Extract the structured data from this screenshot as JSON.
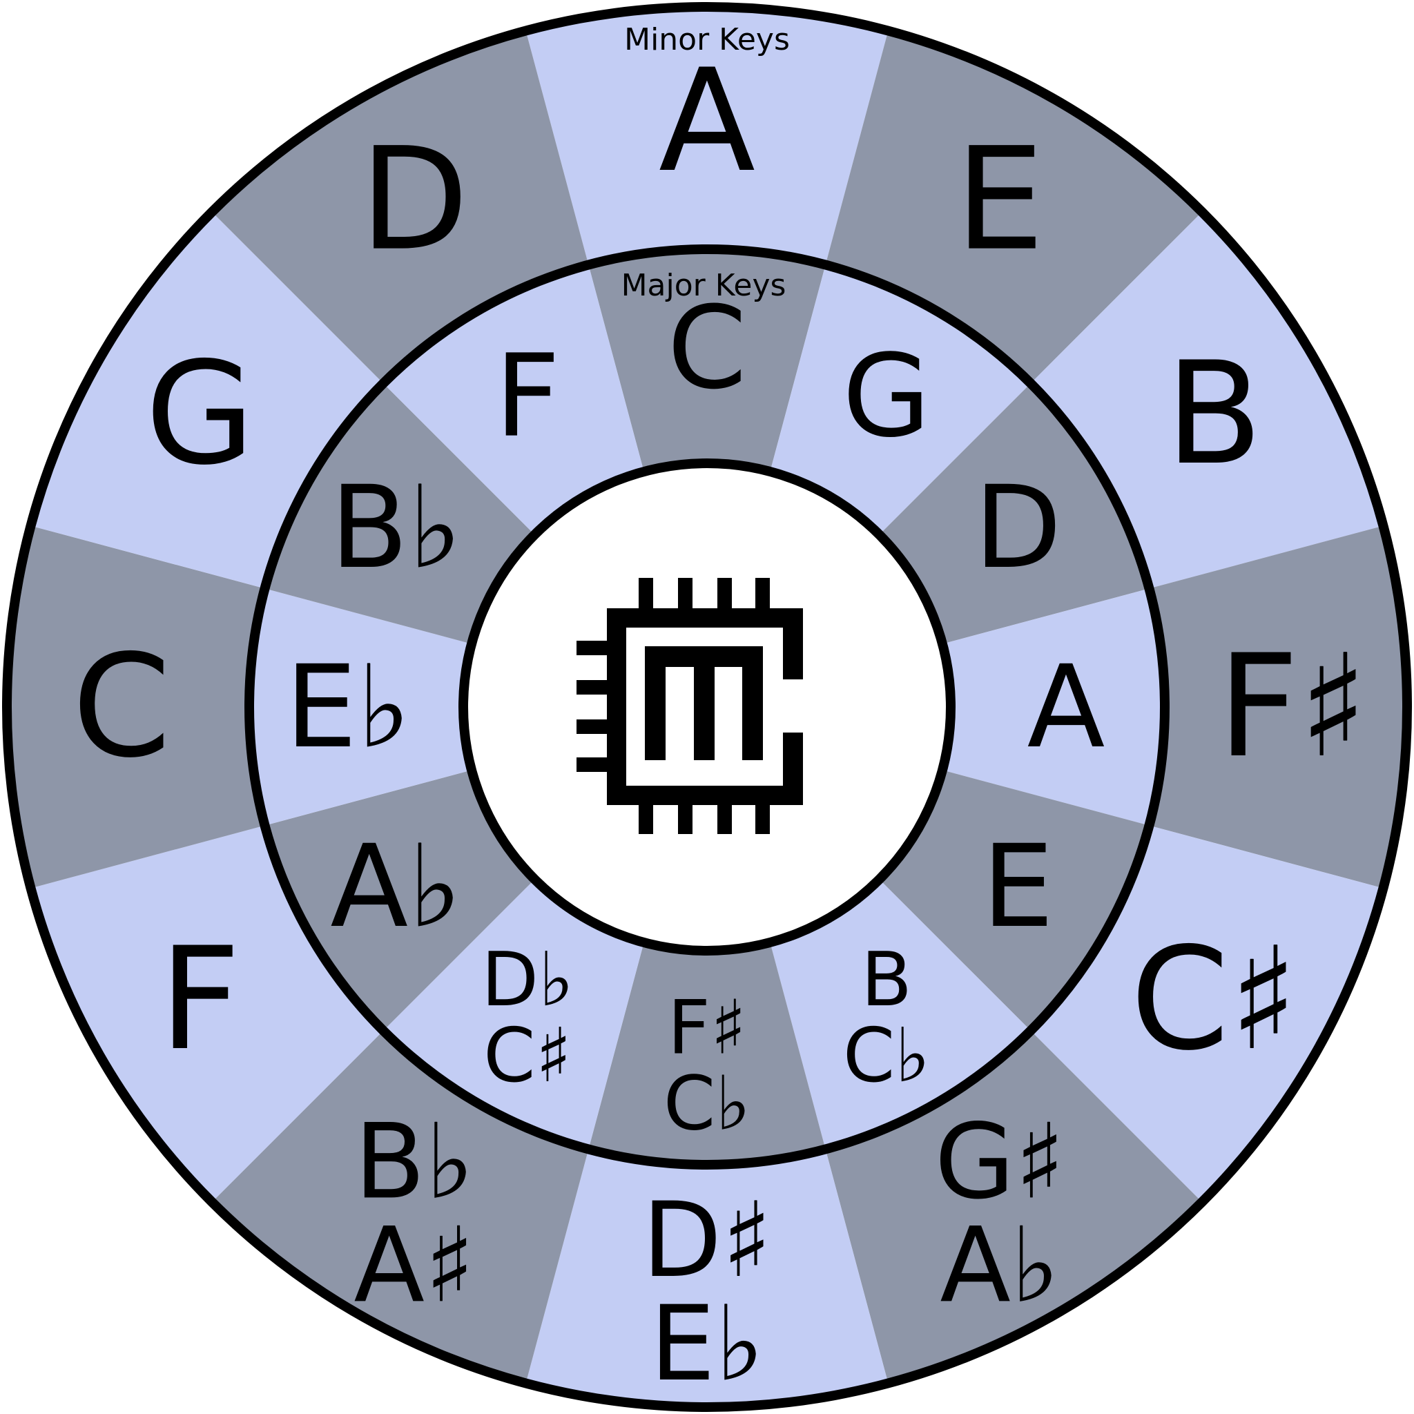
{
  "titles": {
    "outer": "Minor Keys",
    "inner": "Major Keys"
  },
  "colors": {
    "light": "#c3cdf4",
    "dark": "#8e96a8",
    "stroke": "#000000",
    "center": "#ffffff"
  },
  "outer_ring": [
    {
      "lines": [
        "A"
      ],
      "shade": "light"
    },
    {
      "lines": [
        "E"
      ],
      "shade": "dark"
    },
    {
      "lines": [
        "B"
      ],
      "shade": "light"
    },
    {
      "lines": [
        "F♯"
      ],
      "shade": "dark"
    },
    {
      "lines": [
        "C♯"
      ],
      "shade": "light"
    },
    {
      "lines": [
        "G♯",
        "A♭"
      ],
      "shade": "dark"
    },
    {
      "lines": [
        "D♯",
        "E♭"
      ],
      "shade": "light"
    },
    {
      "lines": [
        "B♭",
        "A♯"
      ],
      "shade": "dark"
    },
    {
      "lines": [
        "F"
      ],
      "shade": "light"
    },
    {
      "lines": [
        "C"
      ],
      "shade": "dark"
    },
    {
      "lines": [
        "G"
      ],
      "shade": "light"
    },
    {
      "lines": [
        "D"
      ],
      "shade": "dark"
    }
  ],
  "inner_ring": [
    {
      "lines": [
        "C"
      ],
      "shade": "dark"
    },
    {
      "lines": [
        "G"
      ],
      "shade": "light"
    },
    {
      "lines": [
        "D"
      ],
      "shade": "dark"
    },
    {
      "lines": [
        "A"
      ],
      "shade": "light"
    },
    {
      "lines": [
        "E"
      ],
      "shade": "dark"
    },
    {
      "lines": [
        "B",
        "C♭"
      ],
      "shade": "light"
    },
    {
      "lines": [
        "F♯",
        "C♭"
      ],
      "shade": "dark"
    },
    {
      "lines": [
        "D♭",
        "C♯"
      ],
      "shade": "light"
    },
    {
      "lines": [
        "A♭"
      ],
      "shade": "dark"
    },
    {
      "lines": [
        "E♭"
      ],
      "shade": "light"
    },
    {
      "lines": [
        "B♭"
      ],
      "shade": "dark"
    },
    {
      "lines": [
        "F"
      ],
      "shade": "light"
    }
  ],
  "center_logo": {
    "icon": "microchip-m-logo-icon"
  }
}
